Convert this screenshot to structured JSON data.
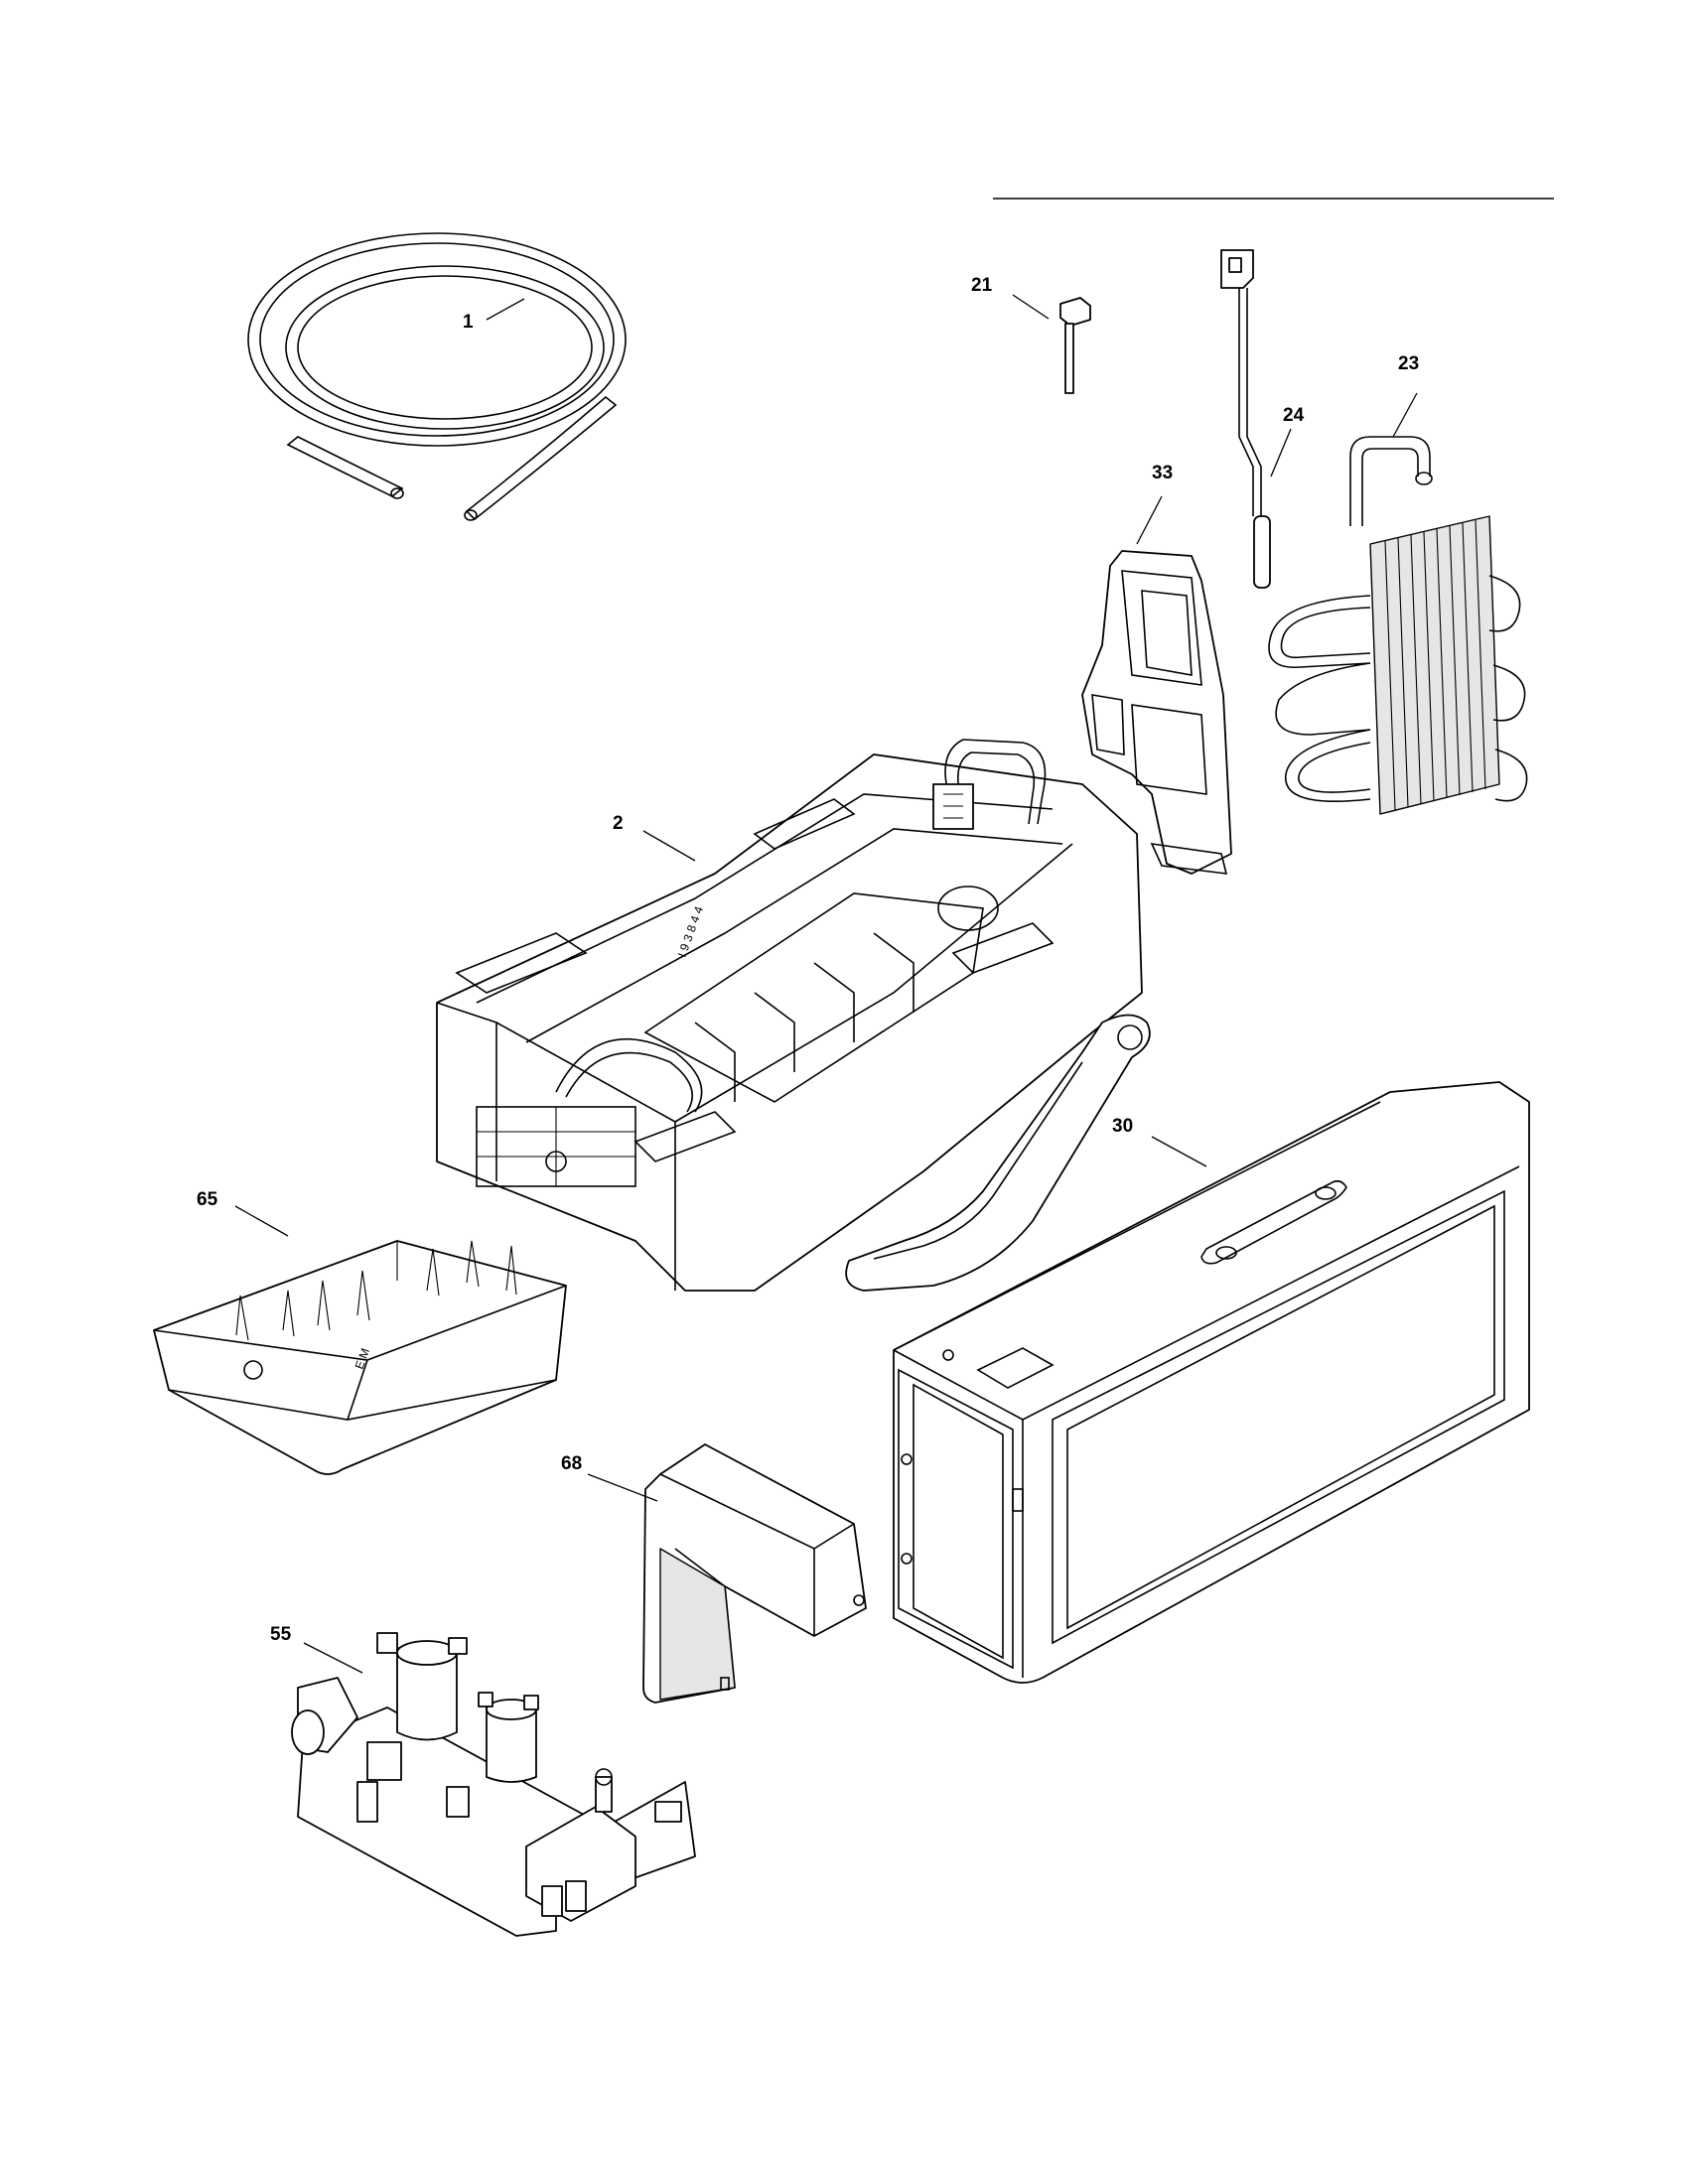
{
  "callouts": {
    "c1": "1",
    "c2": "2",
    "c21": "21",
    "c23": "23",
    "c24": "24",
    "c30": "30",
    "c33": "33",
    "c55": "55",
    "c65": "65",
    "c68": "68"
  }
}
